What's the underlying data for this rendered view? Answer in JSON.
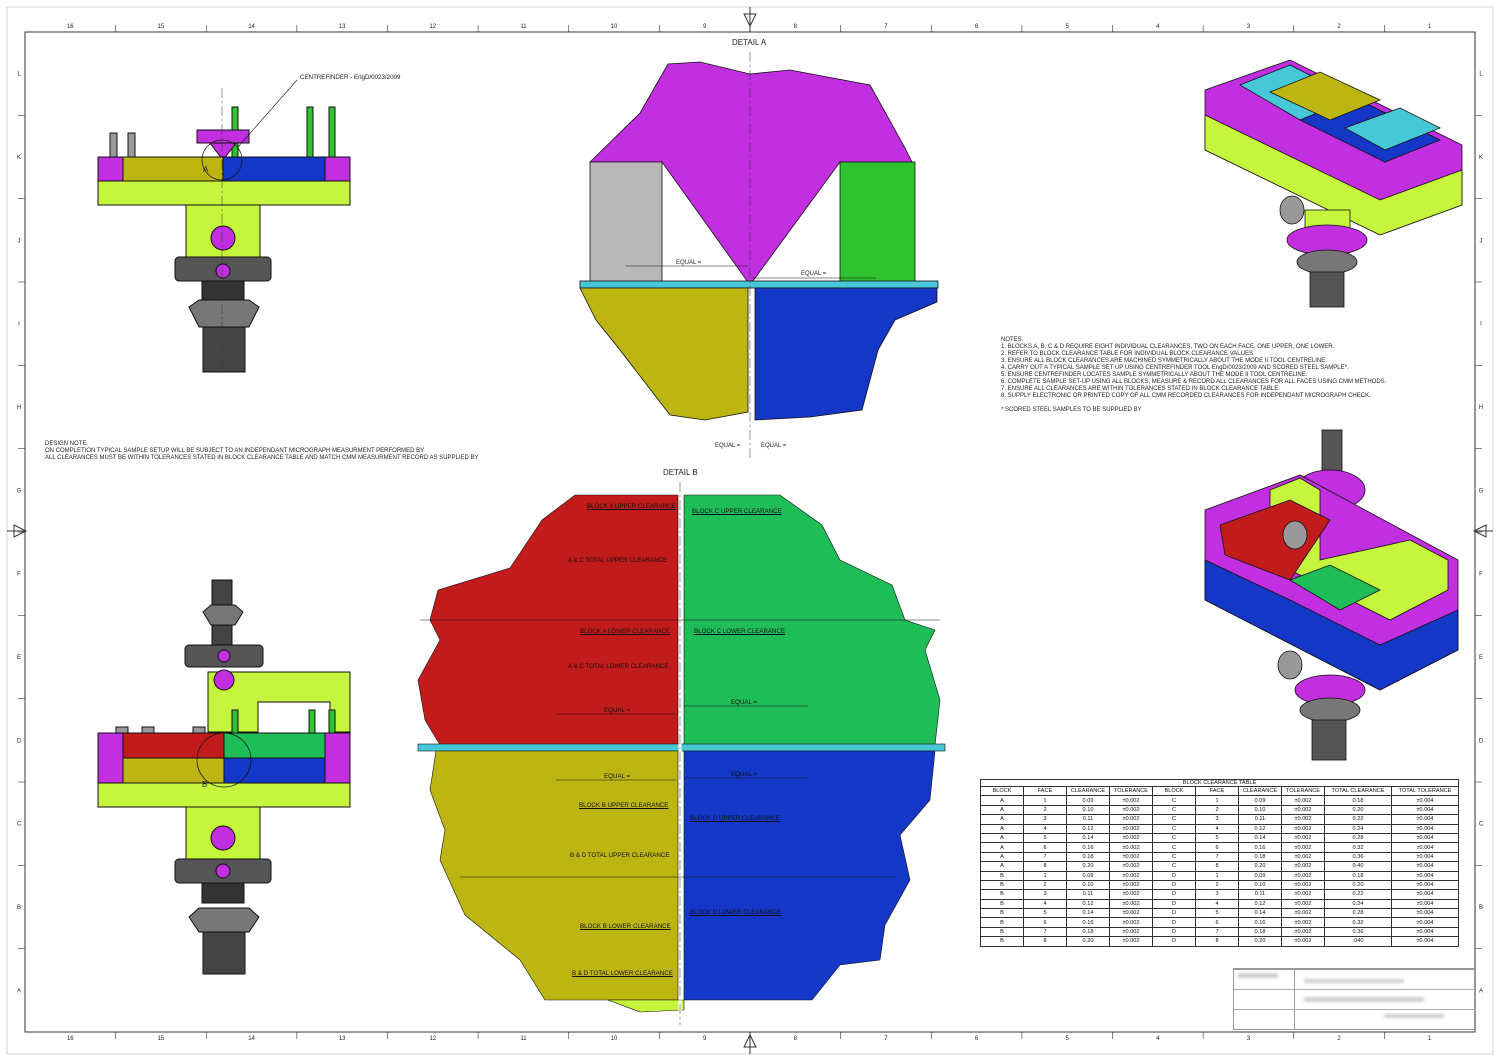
{
  "drawing": {
    "column_numbers": [
      "16",
      "15",
      "14",
      "13",
      "12",
      "11",
      "10",
      "9",
      "8",
      "7",
      "6",
      "5",
      "4",
      "3",
      "2",
      "1"
    ],
    "row_letters": [
      "L",
      "K",
      "J",
      "I",
      "H",
      "G",
      "F",
      "E",
      "D",
      "C",
      "B",
      "A"
    ],
    "centrefinder_label": "CENTREFINDER - EngD/0023/2009",
    "label_a": "A",
    "label_b": "B"
  },
  "detail_a": {
    "title": "DETAIL A",
    "equal_left": "EQUAL =",
    "equal_right": "EQUAL =",
    "equal_bottom_left": "EQUAL =",
    "equal_bottom_right": "EQUAL ="
  },
  "detail_b": {
    "title": "DETAIL B",
    "labels": {
      "block_a_upper": "BLOCK A UPPER CLEARANCE",
      "block_c_upper": "BLOCK C UPPER CLEARANCE",
      "ac_total_upper": "A & C TOTAL UPPER CLEARANCE",
      "block_a_lower": "BLOCK A LOWER CLEARANCE",
      "block_c_lower": "BLOCK C LOWER CLEARANCE",
      "ac_total_lower": "A & C TOTAL LOWER CLEARANCE",
      "equal_1": "EQUAL =",
      "equal_2": "EQUAL =",
      "equal_3": "EQUAL =",
      "equal_4": "EQUAL =",
      "block_b_upper": "BLOCK B UPPER CLEARANCE",
      "block_d_upper": "BLOCK D UPPER CLEARANCE",
      "bd_total_upper": "B & D TOTAL UPPER CLEARANCE",
      "block_b_lower": "BLOCK B LOWER CLEARANCE",
      "block_d_lower": "BLOCK D LOWER CLEARANCE",
      "bd_total_lower": "B & D TOTAL LOWER CLEARANCE"
    }
  },
  "design_note": [
    "DESIGN NOTE.",
    "ON COMPLETION TYPICAL SAMPLE SETUP WILL BE SUBJECT TO AN INDEPENDANT MICROGRAPH MEASURMENT PERFORMED BY",
    "ALL CLEARANCES MUST BE WITHIN TOLERANCES STATED IN BLOCK CLEARANCE TABLE AND MATCH CMM MEASURMENT RECORD AS SUPPLIED BY"
  ],
  "notes": [
    "NOTES.",
    "1. BLOCKS A, B, C & D REQUIRE EIGHT INDIVIDUAL CLEARANCES, TWO ON EACH FACE, ONE UPPER, ONE LOWER.",
    "2. REFER TO BLOCK CLEARANCE TABLE FOR INDIVIDUAL BLOCK CLEARANCE VALUES.",
    "3. ENSURE ALL BLOCK CLEARANCES ARE MACHINED SYMMETRICALLY ABOUT THE MODE II TOOL CENTRELINE.",
    "4. CARRY OUT A TYPICAL SAMPLE SET UP USING CENTREFINDER TOOL EngD/0023/2009 AND SCORED STEEL SAMPLE*.",
    "5. ENSURE CENTREFINDER LOCATES SAMPLE SYMMETRICALLY ABOUT THE MODE II TOOL CENTRELINE.",
    "6. COMPLETE SAMPLE SET-UP USING ALL BLOCKS, MEASURE & RECORD ALL CLEARANCES FOR ALL FACES USING CMM METHODS.",
    "7. ENSURE ALL CLEARANCES ARE WITHIN TOLERANCES STATED IN BLOCK CLEARANCE TABLE.",
    "8. SUPPLY ELECTRONIC OR PRINTED COPY OF ALL CMM RECORDED CLEARANCES FOR INDEPENDANT MICROGRAPH CHECK.",
    "",
    "* SCORED STEEL SAMPLES TO BE SUPPLIED BY"
  ],
  "table": {
    "title": "BLOCK CLEARANCE TABLE",
    "headers": [
      "BLOCK",
      "FACE",
      "CLEARANCE",
      "TOLERANCE",
      "BLOCK",
      "FACE",
      "CLEARANCE",
      "TOLERANCE",
      "TOTAL CLEARANCE",
      "TOTAL TOLERANCE"
    ],
    "rows": [
      [
        "A",
        "1",
        "0.09",
        "±0.002",
        "C",
        "1",
        "0.09",
        "±0.002",
        "0.18",
        "±0.004"
      ],
      [
        "A",
        "2",
        "0.10",
        "±0.002",
        "C",
        "2",
        "0.10",
        "±0.002",
        "0.20",
        "±0.004"
      ],
      [
        "A",
        "3",
        "0.11",
        "±0.002",
        "C",
        "3",
        "0.11",
        "±0.002",
        "0.22",
        "±0.004"
      ],
      [
        "A",
        "4",
        "0.12",
        "±0.002",
        "C",
        "4",
        "0.12",
        "±0.002",
        "0.24",
        "±0.004"
      ],
      [
        "A",
        "5",
        "0.14",
        "±0.002",
        "C",
        "5",
        "0.14",
        "±0.002",
        "0.28",
        "±0.004"
      ],
      [
        "A",
        "6",
        "0.16",
        "±0.002",
        "C",
        "6",
        "0.16",
        "±0.002",
        "0.32",
        "±0.004"
      ],
      [
        "A",
        "7",
        "0.18",
        "±0.002",
        "C",
        "7",
        "0.18",
        "±0.002",
        "0.36",
        "±0.004"
      ],
      [
        "A",
        "8",
        "0.20",
        "±0.002",
        "C",
        "8",
        "0.20",
        "±0.002",
        "0.40",
        "±0.004"
      ],
      [
        "B",
        "1",
        "0.09",
        "±0.002",
        "D",
        "1",
        "0.09",
        "±0.002",
        "0.18",
        "±0.004"
      ],
      [
        "B",
        "2",
        "0.10",
        "±0.002",
        "D",
        "2",
        "0.10",
        "±0.002",
        "0.20",
        "±0.004"
      ],
      [
        "B",
        "3",
        "0.11",
        "±0.002",
        "D",
        "3",
        "0.11",
        "±0.002",
        "0.22",
        "±0.004"
      ],
      [
        "B",
        "4",
        "0.12",
        "±0.002",
        "D",
        "4",
        "0.12",
        "±0.002",
        "0.24",
        "±0.004"
      ],
      [
        "B",
        "5",
        "0.14",
        "±0.002",
        "D",
        "5",
        "0.14",
        "±0.002",
        "0.28",
        "±0.004"
      ],
      [
        "B",
        "6",
        "0.16",
        "±0.002",
        "D",
        "6",
        "0.16",
        "±0.002",
        "0.32",
        "±0.004"
      ],
      [
        "B",
        "7",
        "0.18",
        "±0.002",
        "D",
        "7",
        "0.18",
        "±0.002",
        "0.36",
        "±0.004"
      ],
      [
        "B",
        "8",
        "0.20",
        "±0.002",
        "D",
        "8",
        "0.20",
        "±0.002",
        ".040",
        "±0.004"
      ]
    ]
  },
  "colors": {
    "block_a": "#c21b1b",
    "block_b": "#bdb512",
    "block_c": "#1fbd57",
    "block_d": "#1437c7",
    "magenta": "#c22fe0",
    "lime": "#c6f53d",
    "cyan": "#46c8d8"
  }
}
